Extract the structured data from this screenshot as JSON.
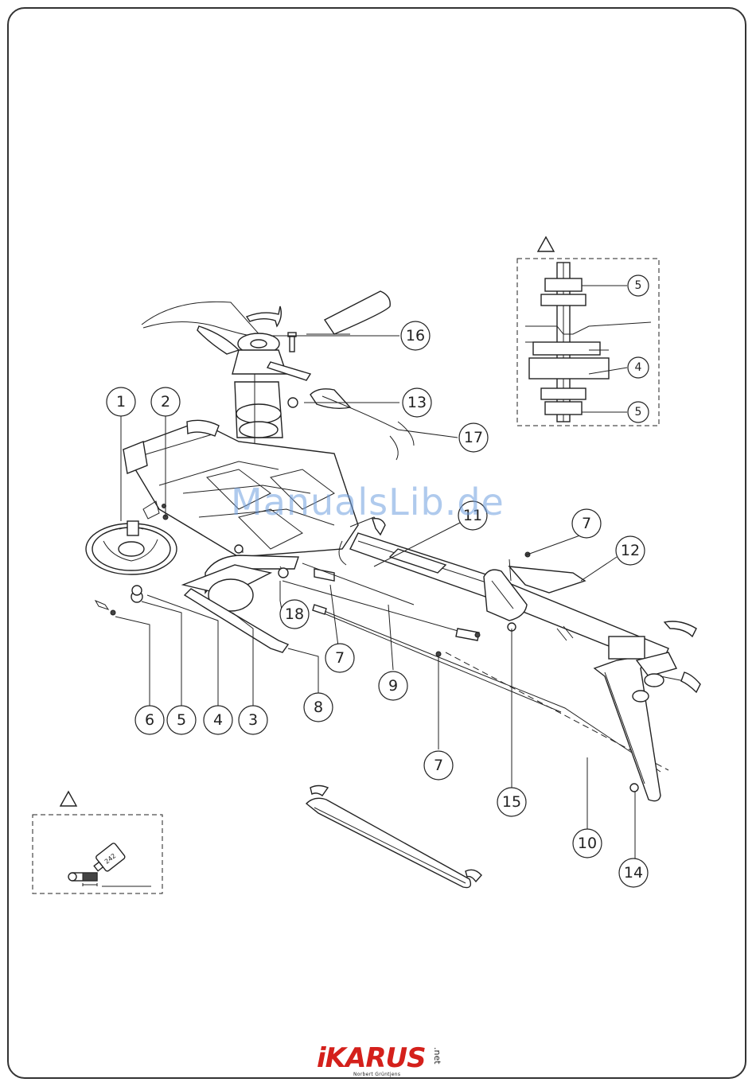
{
  "watermark": "ManualsLib.de",
  "brand": {
    "logo_text": "iKARUS",
    "logo_suffix": ".net",
    "logo_subtitle": "Norbert Grüntjens"
  },
  "glue_label": "242",
  "callouts": [
    "1",
    "2",
    "3",
    "4",
    "5",
    "6",
    "7",
    "8",
    "9",
    "10",
    "11",
    "12",
    "13",
    "14",
    "15",
    "16",
    "17",
    "18",
    "7",
    "5",
    "4",
    "5"
  ],
  "warning_icon": "warning-triangle-icon",
  "colors": {
    "logo": "#d4201b",
    "watermark": "#6f9fe0",
    "line": "#222222"
  }
}
